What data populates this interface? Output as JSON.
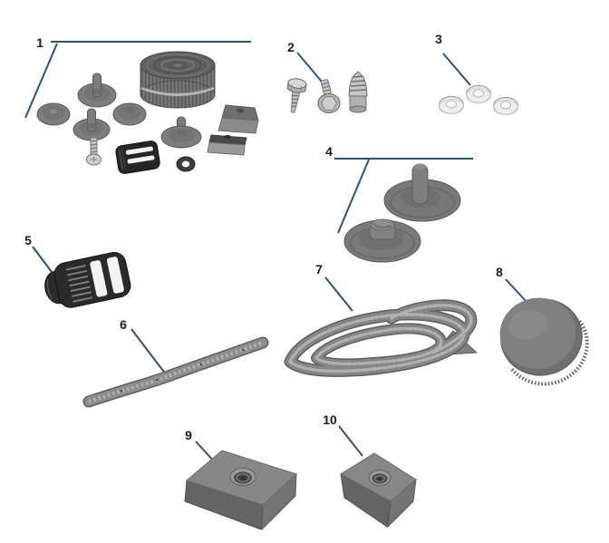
{
  "diagram": {
    "background": "#ffffff",
    "leader_color": "#26508f",
    "label_color": "#1b1b1b",
    "callouts": [
      {
        "number": "1",
        "part": "fastener-and-strap-kit"
      },
      {
        "number": "2",
        "part": "hex-screws"
      },
      {
        "number": "3",
        "part": "flat-washers"
      },
      {
        "number": "4",
        "part": "round-mount-caps"
      },
      {
        "number": "5",
        "part": "ladder-lock-buckle"
      },
      {
        "number": "6",
        "part": "short-strap-section"
      },
      {
        "number": "7",
        "part": "coiled-strap"
      },
      {
        "number": "8",
        "part": "round-pad"
      },
      {
        "number": "9",
        "part": "square-threaded-pad"
      },
      {
        "number": "10",
        "part": "wedge-threaded-pad"
      }
    ]
  }
}
